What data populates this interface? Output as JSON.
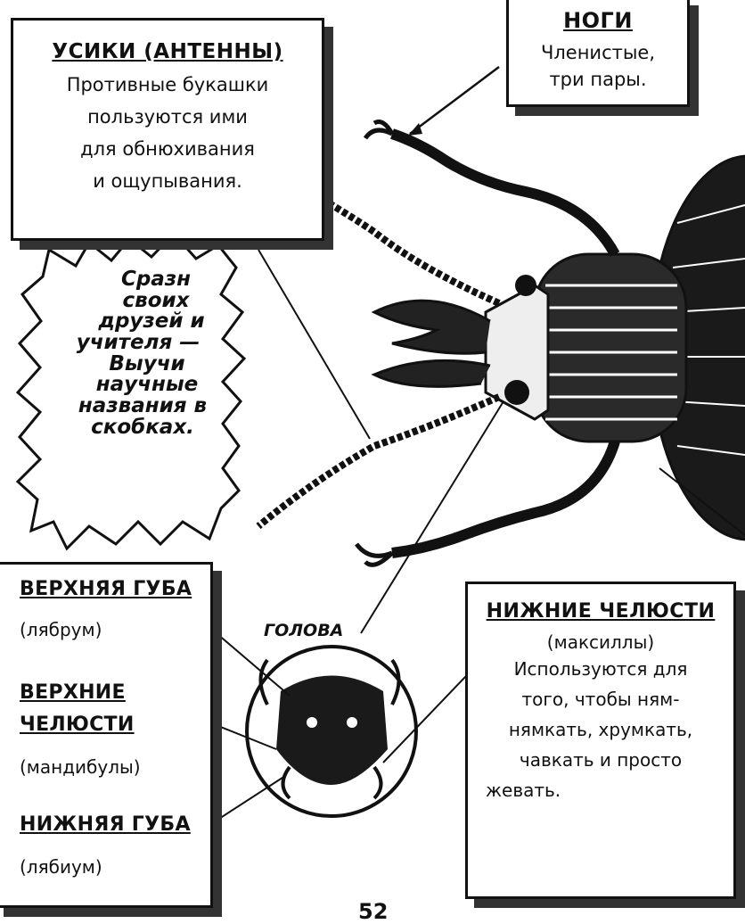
{
  "legs": {
    "title": "НОГИ",
    "line1": "Членистые,",
    "line2": "три пары."
  },
  "antennae": {
    "title": "УСИКИ (АНТЕННЫ)",
    "lines": [
      "Противные букашки",
      "пользуются ими",
      "для обнюхивания",
      "и ощупывания."
    ]
  },
  "bubble": {
    "lines": [
      "Сразн",
      "своих",
      "друзей и",
      "учителя —",
      "Выучи",
      "научные",
      "названия в",
      "скобках."
    ]
  },
  "labrum": {
    "title": "ВЕРХНЯЯ ГУБА",
    "latin": "(лябрум)"
  },
  "mandibles": {
    "title1": "ВЕРХНИЕ",
    "title2": "ЧЕЛЮСТИ",
    "latin": "(мандибулы)"
  },
  "labium": {
    "title": "НИЖНЯЯ ГУБА",
    "latin": "(лябиум)"
  },
  "head_label": "ГОЛОВА",
  "maxillae": {
    "title": "НИЖНИЕ ЧЕЛЮСТИ",
    "latin": "(максиллы)",
    "lines": [
      "Используются для",
      "того, чтобы ням-",
      "нямкать, хрумкать,",
      "чавкать и просто",
      "жевать."
    ]
  },
  "page_number": "52"
}
